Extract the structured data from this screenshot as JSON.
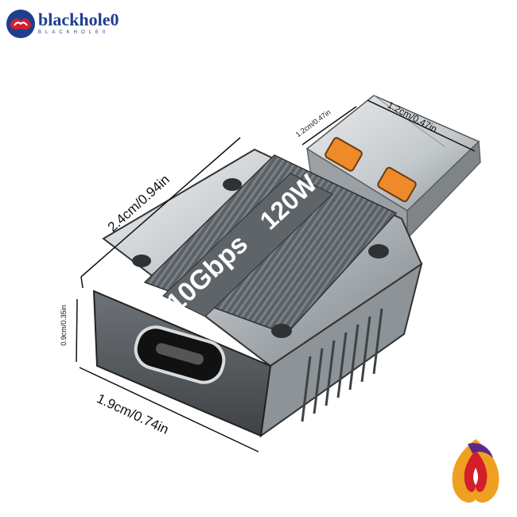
{
  "brand": {
    "name": "blackhole0",
    "tagline": "BLACKHOLE0",
    "colors": {
      "navy": "#1e3f8f",
      "red": "#d21f2b",
      "orange": "#f0a020",
      "purple": "#5a2a8a"
    }
  },
  "product": {
    "label_speed": "10Gbps",
    "label_power": "120W",
    "body_color": "#5a5f63",
    "shell_color": "#c9cdd0",
    "pin_color": "#ee8a2a"
  },
  "dimensions": {
    "length": "2.4cm/0.94in",
    "plug_width": "1.2cm/0.47in",
    "plug_height": "1.2cm/0.47in",
    "body_height": "0.9cm/0.35in",
    "body_width": "1.9cm/0.74in"
  }
}
